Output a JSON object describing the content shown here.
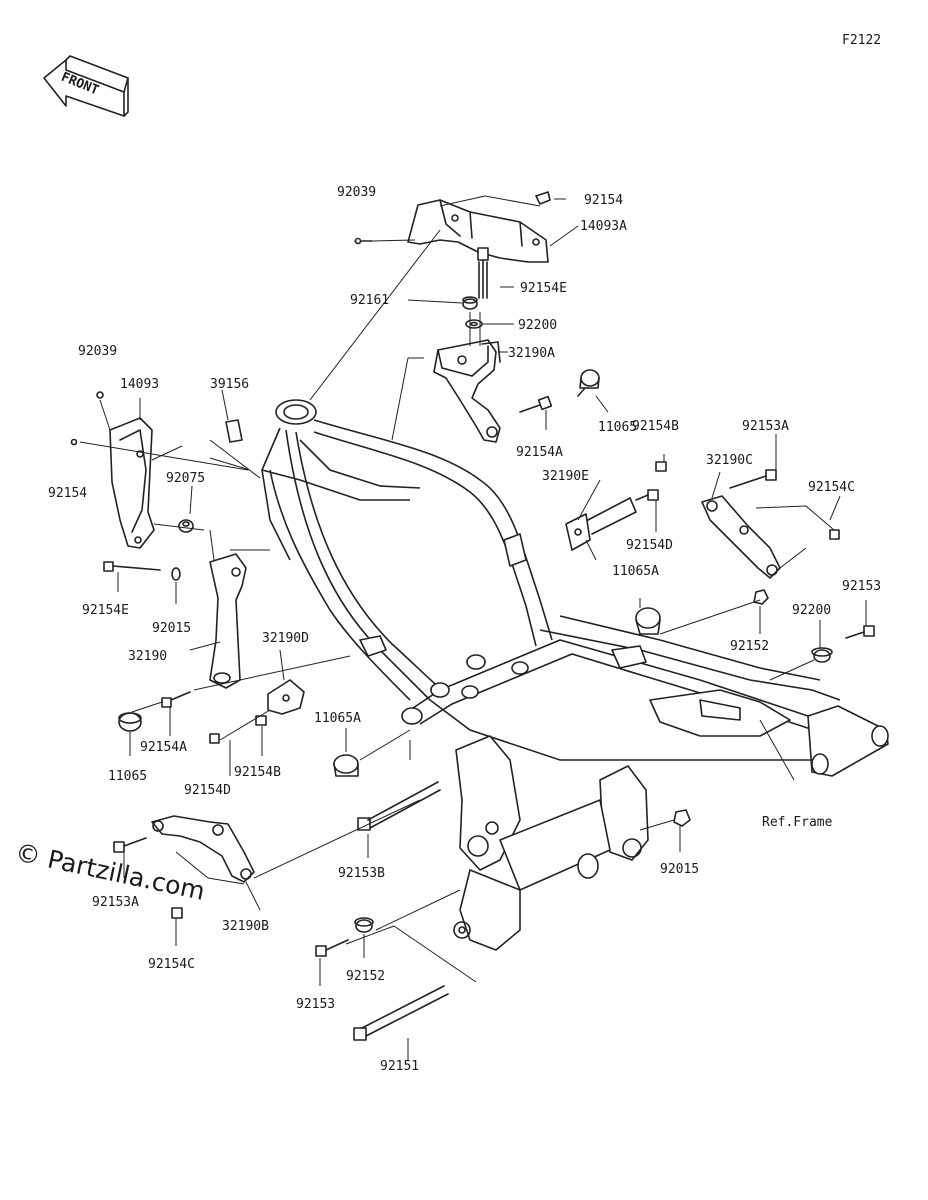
{
  "diagram_code": "F2122",
  "front_arrow_label": "FRONT",
  "reference_label": "Ref.Frame",
  "watermark": "© Partzilla.com",
  "part_labels": [
    {
      "id": "p92039a",
      "text": "92039"
    },
    {
      "id": "p92154a",
      "text": "92154"
    },
    {
      "id": "p14093A",
      "text": "14093A"
    },
    {
      "id": "p92154E_top",
      "text": "92154E"
    },
    {
      "id": "p92161",
      "text": "92161"
    },
    {
      "id": "p92200_top",
      "text": "92200"
    },
    {
      "id": "p32190A",
      "text": "32190A"
    },
    {
      "id": "p92039b",
      "text": "92039"
    },
    {
      "id": "p14093",
      "text": "14093"
    },
    {
      "id": "p39156",
      "text": "39156"
    },
    {
      "id": "p92154b",
      "text": "92154"
    },
    {
      "id": "p92075",
      "text": "92075"
    },
    {
      "id": "p11065_top",
      "text": "11065"
    },
    {
      "id": "p92154B_top",
      "text": "92154B"
    },
    {
      "id": "p92153A_top",
      "text": "92153A"
    },
    {
      "id": "p92154A_top",
      "text": "92154A"
    },
    {
      "id": "p32190E",
      "text": "32190E"
    },
    {
      "id": "p32190C",
      "text": "32190C"
    },
    {
      "id": "p92154C_top",
      "text": "92154C"
    },
    {
      "id": "p92154D_top",
      "text": "92154D"
    },
    {
      "id": "p11065A_top",
      "text": "11065A"
    },
    {
      "id": "p92153_right",
      "text": "92153"
    },
    {
      "id": "p92154E_left",
      "text": "92154E"
    },
    {
      "id": "p92200_left",
      "text": "92200"
    },
    {
      "id": "p92152_right",
      "text": "92152"
    },
    {
      "id": "p92015_top",
      "text": "92015"
    },
    {
      "id": "p32190",
      "text": "32190"
    },
    {
      "id": "p32190D",
      "text": "32190D"
    },
    {
      "id": "p11065A_left",
      "text": "11065A"
    },
    {
      "id": "p92154A_left",
      "text": "92154A"
    },
    {
      "id": "p92154B_left",
      "text": "92154B"
    },
    {
      "id": "p11065_left",
      "text": "11065"
    },
    {
      "id": "p92154D_left",
      "text": "92154D"
    },
    {
      "id": "p92153B",
      "text": "92153B"
    },
    {
      "id": "p92015_bottom",
      "text": "92015"
    },
    {
      "id": "p92153A_bottom",
      "text": "92153A"
    },
    {
      "id": "p32190B",
      "text": "32190B"
    },
    {
      "id": "p92154C_bottom",
      "text": "92154C"
    },
    {
      "id": "p92153_bottom",
      "text": "92153"
    },
    {
      "id": "p92152_bottom",
      "text": "92152"
    },
    {
      "id": "p92151",
      "text": "92151"
    }
  ]
}
